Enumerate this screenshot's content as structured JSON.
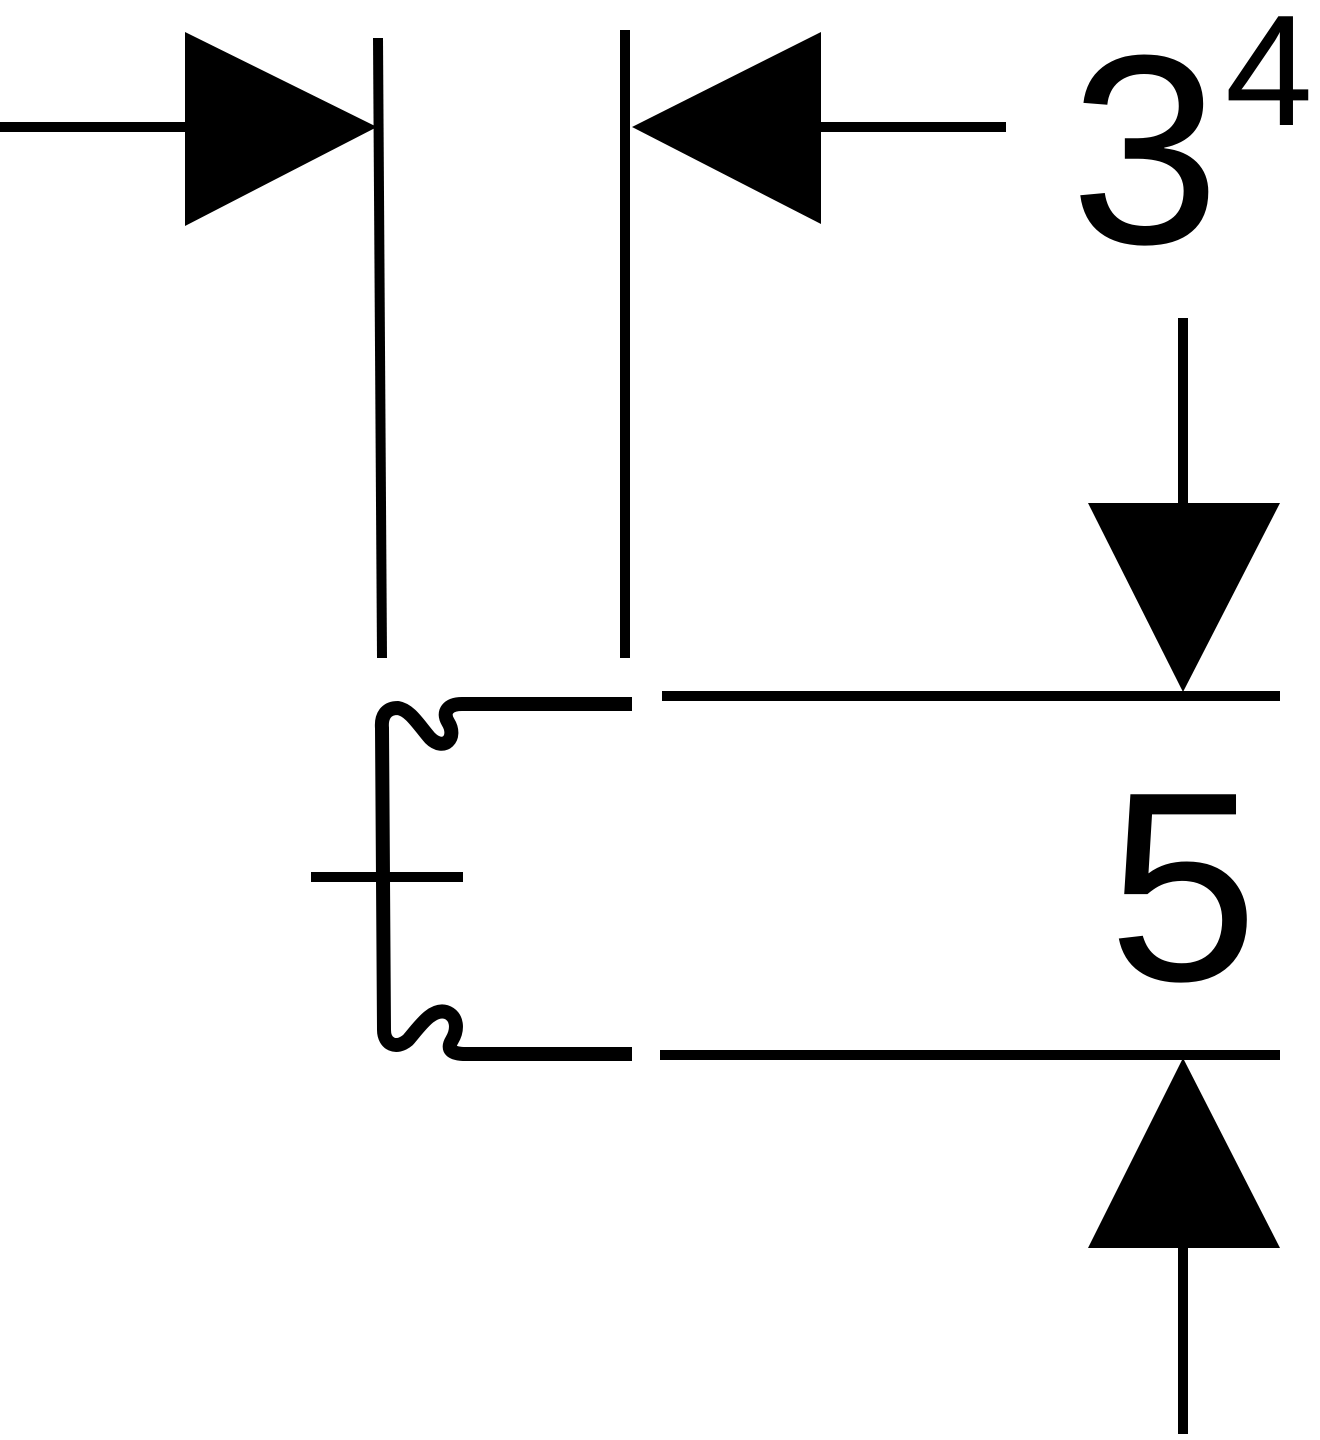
{
  "dimensions": {
    "top_value": {
      "main": "3",
      "superscript": "4"
    },
    "profile_value": "5"
  },
  "colors": {
    "line": "#000000",
    "background": "#ffffff"
  },
  "icons": {
    "dimension_arrow": "arrowhead-triangle",
    "profile": "clip-profile-shape"
  }
}
